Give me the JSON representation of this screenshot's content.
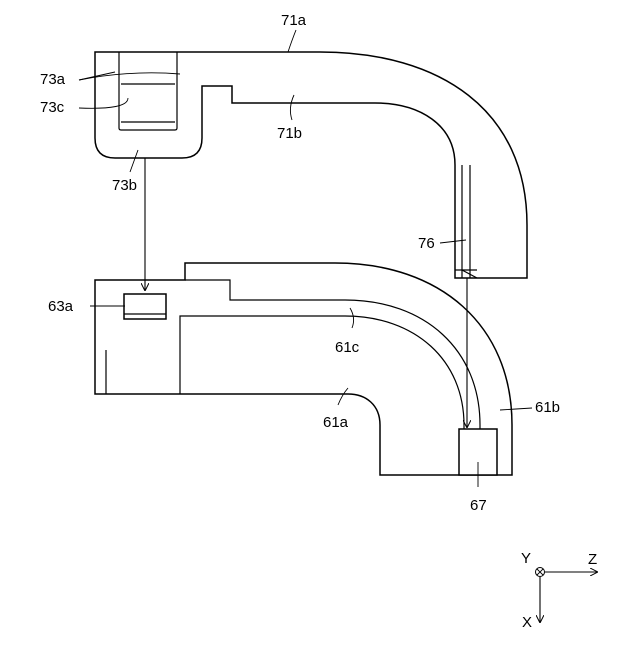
{
  "labels": {
    "l71a": "71a",
    "l71b": "71b",
    "l73a": "73a",
    "l73c": "73c",
    "l73b": "73b",
    "l76": "76",
    "l63a": "63a",
    "l61c": "61c",
    "l61a": "61a",
    "l61b": "61b",
    "l67": "67"
  },
  "axes": {
    "y": "Y",
    "z": "Z",
    "x": "X"
  }
}
